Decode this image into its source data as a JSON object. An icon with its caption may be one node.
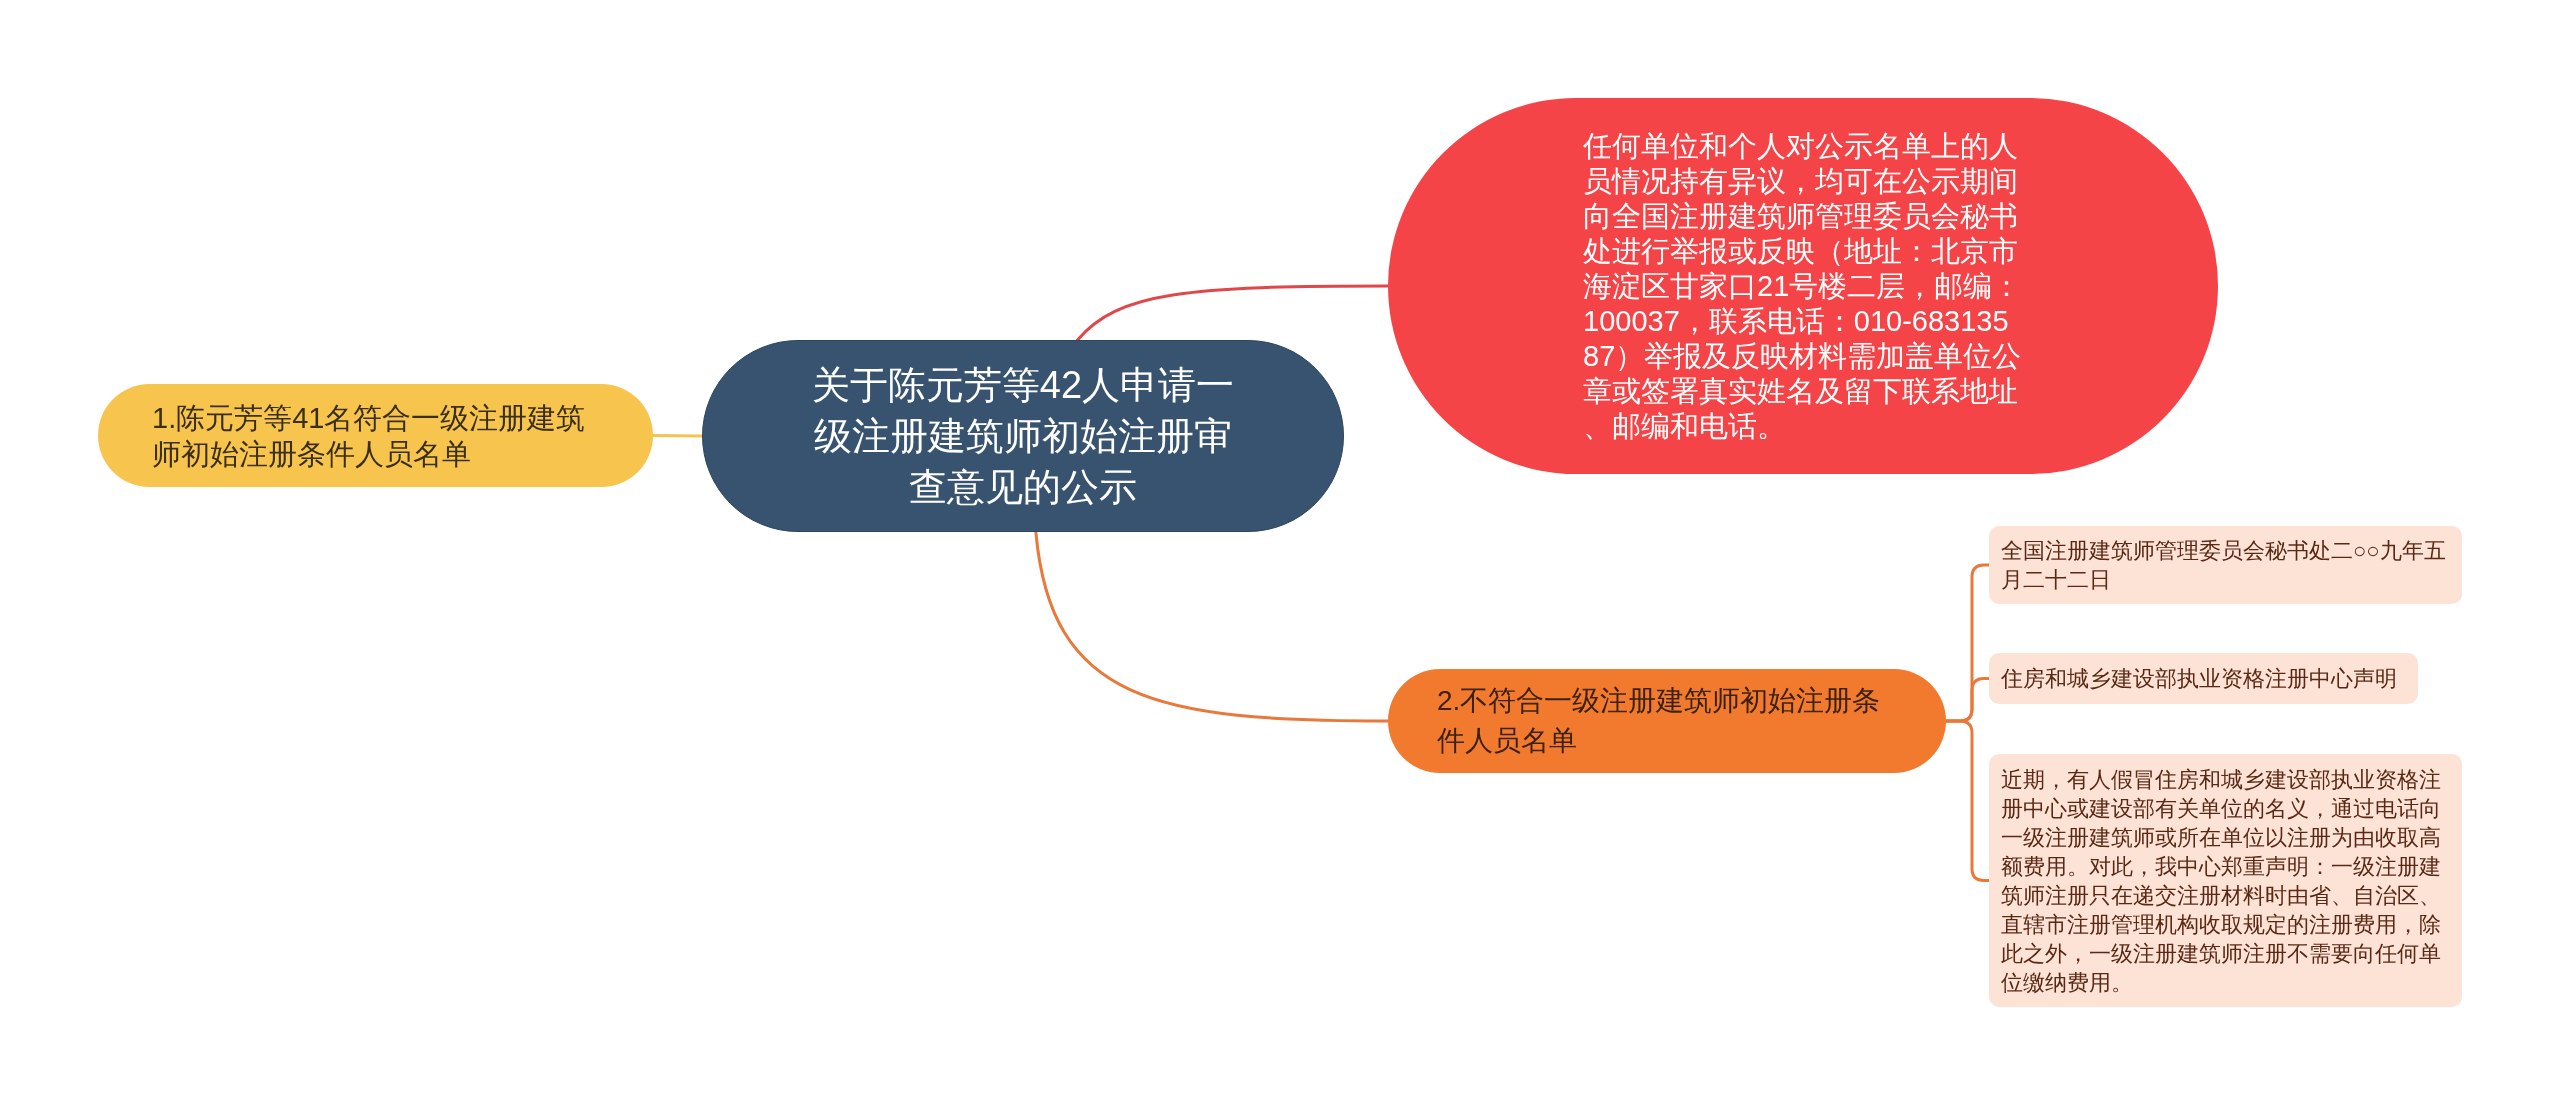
{
  "diagram": {
    "nodes": [
      {
        "text": [
          "关于陈元芳等42人申请一级注册建筑师初始注册审查意见的公示"
        ]
      },
      {
        "text": [
          "任何单位和个人对公示名单上的人员情况持有异议，均可在公示期间向全国注册建筑师管理委员会秘书处进行举报或反映（地址：北京市海淀区甘家口21号楼二层，邮编：100037，联系电话：010-68313587）举报及反映材料需加盖单位公章或签署真实姓名及留下联系地址、邮编和电话。"
        ]
      },
      {
        "text": [
          "1.陈元芳等41名符合一级注册建筑师初始注册条件人员名单"
        ]
      },
      {
        "text": [
          "2.不符合一级注册建筑师初始注册条件人员名单"
        ]
      },
      {
        "text": [
          "全国注册建筑师管理委员会秘书处二○○九年五月二十二日"
        ]
      },
      {
        "text": [
          "住房和城乡建设部执业资格注册中心声明"
        ]
      },
      {
        "text": [
          "近期，有人假冒住房和城乡建设部执业资格注册中心或建设部有关单位的名义，通过电话向一级注册建筑师或所在单位以注册为由收取高额费用。对此，我中心郑重声明：一级注册建筑师注册只在递交注册材料时由省、自治区、直辖市注册管理机构收取规定的注册费用，除此之外，一级注册建筑师注册不需要向任何单位缴纳费用。"
        ]
      }
    ],
    "edges": [
      {
        "from": 0,
        "to": 1,
        "arrow": "none",
        "color": "#e0474a"
      },
      {
        "from": 0,
        "to": 2,
        "arrow": "none",
        "color": "#f5c44e"
      },
      {
        "from": 0,
        "to": 3,
        "arrow": "none"
      },
      {
        "from": 3,
        "to": 4,
        "arrow": "none"
      },
      {
        "from": 3,
        "to": 5,
        "arrow": "none"
      },
      {
        "from": 3,
        "to": 6,
        "arrow": "none"
      }
    ]
  }
}
